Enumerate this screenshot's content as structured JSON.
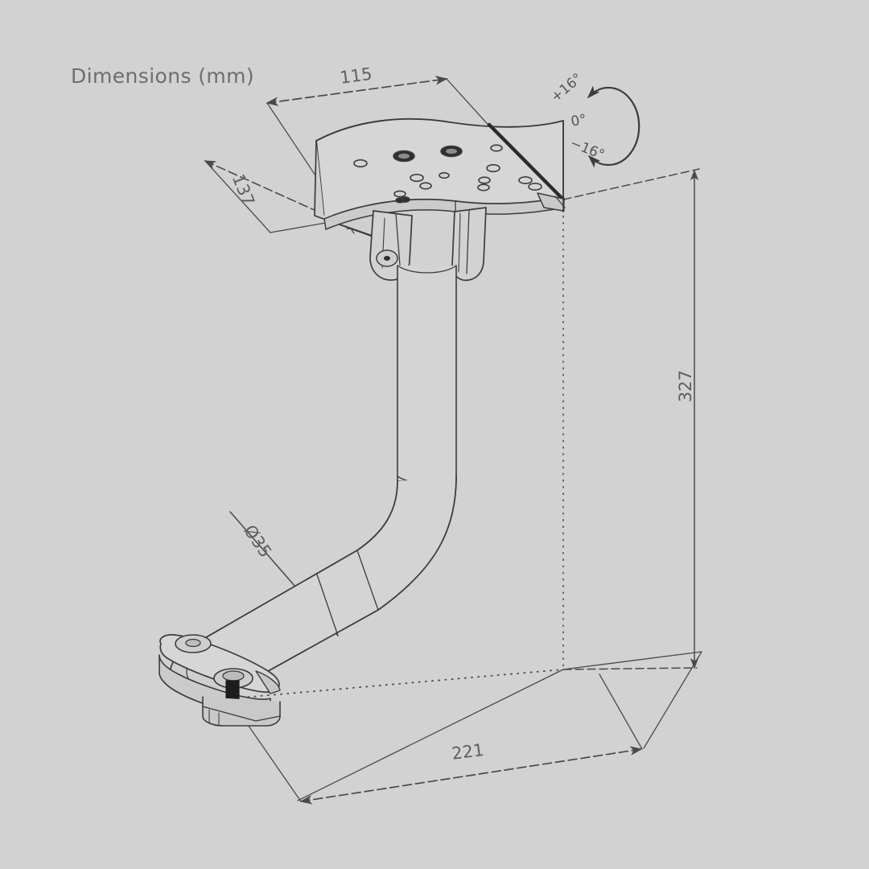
{
  "drawing": {
    "title": "Dimensions (mm)",
    "unit": "mm",
    "background_color": "#d2d2d2",
    "line_color": "#4a4a4e",
    "text_color": "#6b6b6f",
    "subject": "monitor-arm-desk-mount"
  },
  "dimensions": {
    "plate_width": "115",
    "plate_depth": "137",
    "height": "327",
    "reach": "221",
    "tube_diameter": "Ø35"
  },
  "tilt": {
    "max_up": "+16°",
    "neutral": "0°",
    "max_down": "−16°"
  }
}
